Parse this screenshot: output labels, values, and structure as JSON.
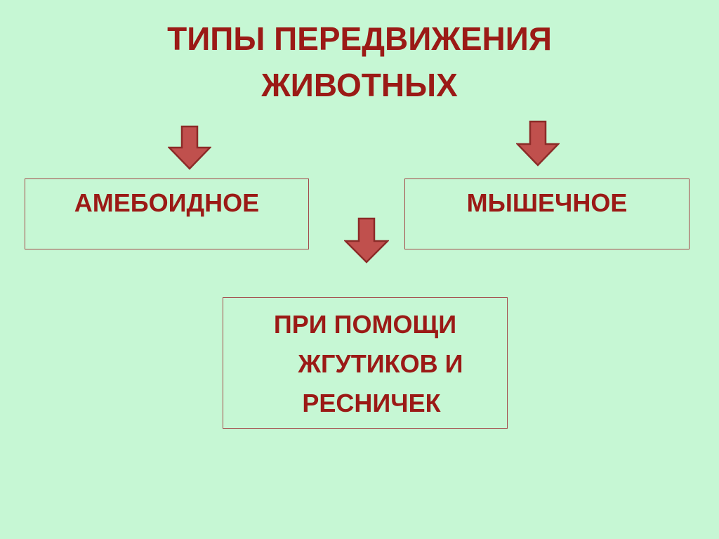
{
  "slide": {
    "title_line1": "ТИПЫ ПЕРЕДВИЖЕНИЯ",
    "title_line2": "ЖИВОТНЫХ",
    "boxes": {
      "amoeboid": "АМЕБОИДНОЕ",
      "muscular": "МЫШЕЧНОЕ",
      "flagella_line1": "ПРИ ПОМОЩИ",
      "flagella_line2": "ЖГУТИКОВ И",
      "flagella_line3": "РЕСНИЧЕК"
    },
    "colors": {
      "background": "#c6f7d4",
      "text": "#9b1a16",
      "arrow_fill": "#c0504d",
      "arrow_stroke": "#8c2b28",
      "box_border": "#a34a4a"
    },
    "icons": [
      "down-arrow-icon",
      "down-arrow-icon",
      "down-arrow-icon"
    ]
  }
}
